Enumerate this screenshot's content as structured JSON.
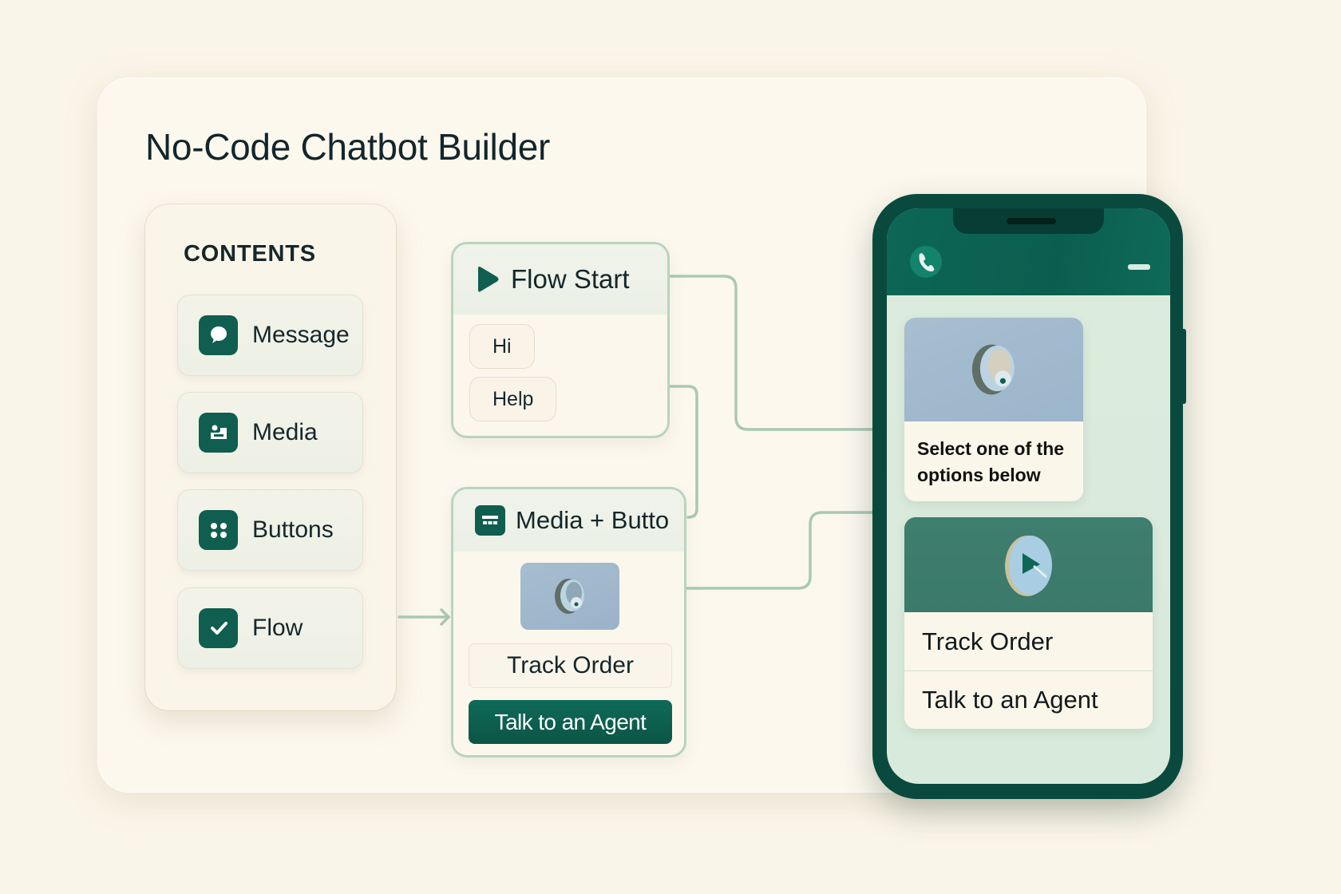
{
  "page": {
    "title": "No-Code Chatbot Builder"
  },
  "sidebar": {
    "title": "CONTENTS",
    "items": [
      {
        "label": "Message",
        "icon": "message-bubble-icon"
      },
      {
        "label": "Media",
        "icon": "media-image-icon"
      },
      {
        "label": "Buttons",
        "icon": "buttons-grid-icon"
      },
      {
        "label": "Flow",
        "icon": "flow-check-icon"
      }
    ]
  },
  "nodes": {
    "flow_start": {
      "title": "Flow Start",
      "icon": "play-icon",
      "chips": [
        "Hi",
        "Help"
      ]
    },
    "media_buttons": {
      "title": "Media + Butto",
      "icon": "media-buttons-icon",
      "buttons": [
        "Track Order",
        "Talk to an Agent"
      ]
    }
  },
  "phone": {
    "header_icons": [
      "call-icon",
      "minimize-icon"
    ],
    "bubble1": {
      "text": "Select one of the options below"
    },
    "bubble2": {
      "options": [
        "Track Order",
        "Talk to an Agent"
      ]
    }
  },
  "colors": {
    "background": "#faf5e9",
    "brand_green": "#0f5e4f",
    "phone_frame": "#0a4a3e",
    "connector": "#a9c9b3",
    "node_border": "#b8d4c0",
    "phone_screen": "#dcebdd"
  }
}
